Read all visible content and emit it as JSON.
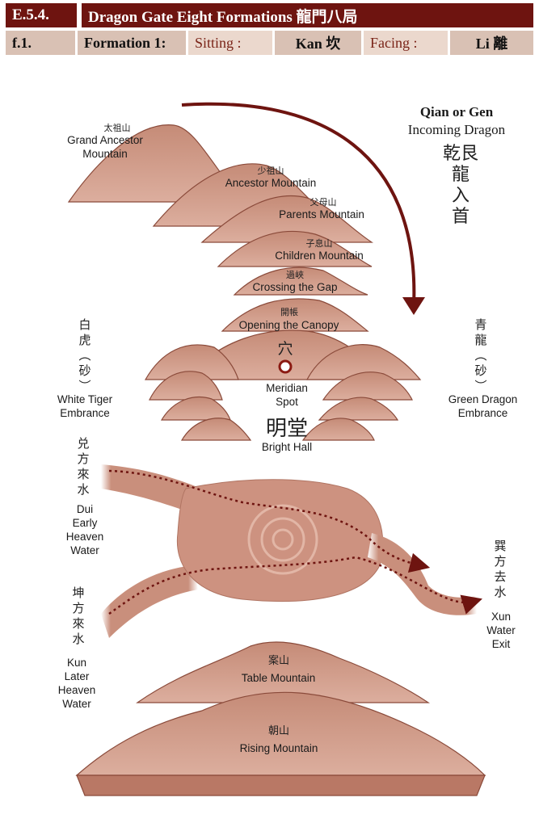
{
  "header": {
    "section": "E.5.4.",
    "title": "Dragon Gate Eight Formations 龍門八局"
  },
  "subheader": {
    "code": "f.1.",
    "formation": "Formation 1:",
    "sitting_label": "Sitting :",
    "sitting_value": "Kan 坎",
    "facing_label": "Facing :",
    "facing_value": "Li 離"
  },
  "diagram": {
    "incoming_dragon": {
      "title": "Qian or Gen",
      "subtitle": "Incoming Dragon",
      "chinese": "乾艮\n龍\n入\n首"
    },
    "mountains": [
      {
        "cn": "太祖山",
        "en": "Grand Ancestor\nMountain"
      },
      {
        "cn": "少祖山",
        "en": "Ancestor Mountain"
      },
      {
        "cn": "父母山",
        "en": "Parents Mountain"
      },
      {
        "cn": "子息山",
        "en": "Children Mountain"
      },
      {
        "cn": "過峽",
        "en": "Crossing the Gap"
      },
      {
        "cn": "開帳",
        "en": "Opening the Canopy"
      }
    ],
    "meridian": {
      "cn": "穴",
      "en": "Meridian\nSpot"
    },
    "white_tiger": {
      "cn": "白\n虎\n︵\n砂\n︶",
      "en": "White Tiger\nEmbrance"
    },
    "green_dragon": {
      "cn": "青\n龍\n︵\n砂\n︶",
      "en": "Green Dragon\nEmbrance"
    },
    "bright_hall": {
      "cn": "明堂",
      "en": "Bright Hall"
    },
    "dui_water": {
      "cn": "兑\n方\n來\n水",
      "en": "Dui\nEarly\nHeaven\nWater"
    },
    "kun_water": {
      "cn": "坤\n方\n來\n水",
      "en": "Kun\nLater\nHeaven\nWater"
    },
    "xun_water": {
      "cn": "巽\n方\n去\n水",
      "en": "Xun\nWater\nExit"
    },
    "table_mountain": {
      "cn": "案山",
      "en": "Table Mountain"
    },
    "rising_mountain": {
      "cn": "朝山",
      "en": "Rising Mountain"
    }
  },
  "colors": {
    "header": "#6e1410",
    "mountain": "#c88b78",
    "mountain_dark": "#8a4a3a",
    "water": "#d29a88",
    "arrow": "#6e1410"
  }
}
